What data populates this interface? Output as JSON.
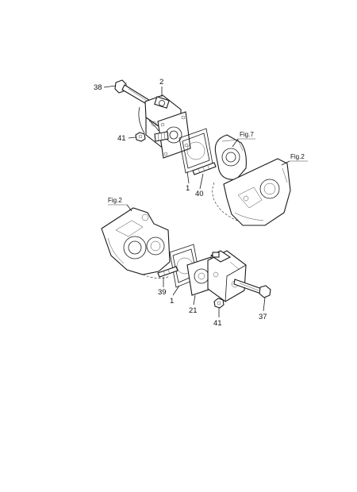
{
  "callouts": {
    "c38": "38",
    "c2": "2",
    "c41a": "41",
    "c1a": "1",
    "c40": "40",
    "c39": "39",
    "c1b": "1",
    "c21": "21",
    "c41b": "41",
    "c37": "37"
  },
  "refs": {
    "fig7": "Fig.7",
    "fig2_right": "Fig.2",
    "fig2_left": "Fig.2"
  }
}
